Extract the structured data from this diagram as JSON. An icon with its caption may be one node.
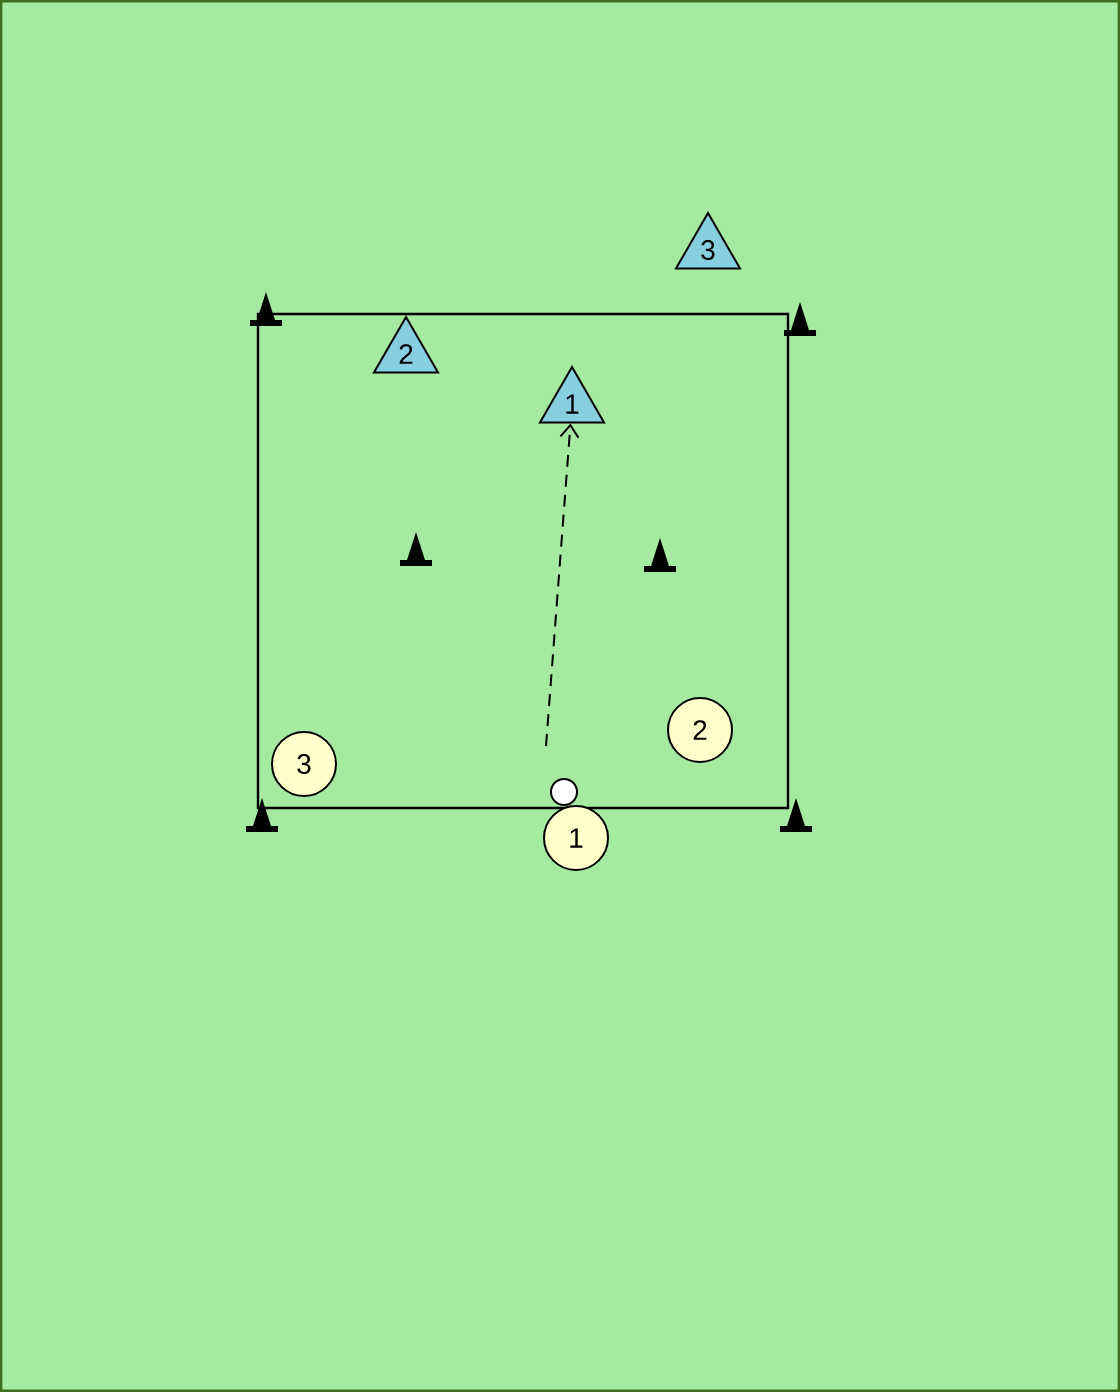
{
  "diagram": {
    "nodes": [
      {
        "text": [
          "3"
        ]
      },
      {
        "text": [
          "2"
        ]
      },
      {
        "text": [
          "1"
        ]
      },
      {
        "text": [
          "2"
        ]
      },
      {
        "text": [
          "3"
        ]
      },
      {
        "text": [],
        "shape": "circle"
      },
      {
        "text": [
          "1"
        ]
      }
    ],
    "edges": [
      {
        "from": null,
        "to": 2,
        "arrow": "to",
        "style": "dashed"
      }
    ]
  }
}
